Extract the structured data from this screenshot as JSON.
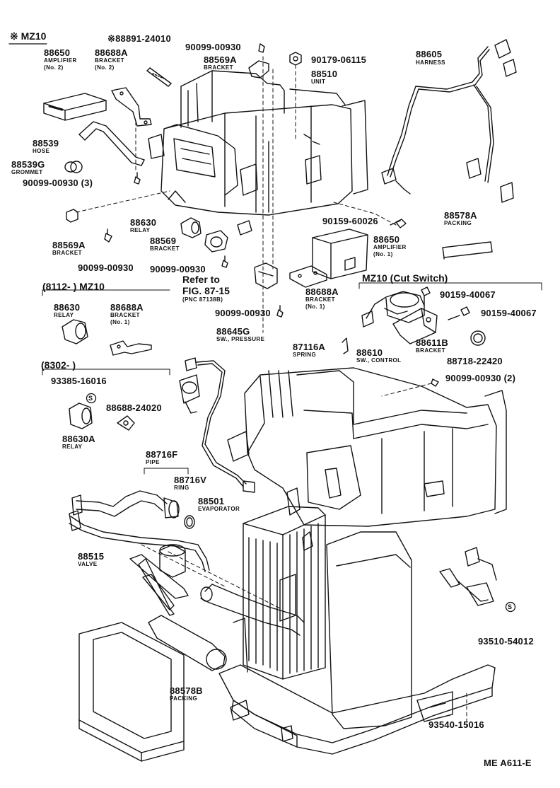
{
  "headers": {
    "mz10": "※ MZ10",
    "range_8112": "(8112-        ) MZ10",
    "range_8302": "(8302-        )",
    "mz10_cut_switch": "MZ10 (Cut Switch)"
  },
  "parts": [
    {
      "id": "p88891",
      "num": "※88891-24010",
      "sub": ""
    },
    {
      "id": "p88650_2",
      "num": "88650",
      "sub": "AMPLIFIER|(No. 2)"
    },
    {
      "id": "p88688A_2",
      "num": "88688A",
      "sub": "BRACKET|(No. 2)"
    },
    {
      "id": "p90099_top",
      "num": "90099-00930",
      "sub": ""
    },
    {
      "id": "p88569A_top",
      "num": "88569A",
      "sub": "BRACKET"
    },
    {
      "id": "p90179",
      "num": "90179-06115",
      "sub": ""
    },
    {
      "id": "p88510",
      "num": "88510",
      "sub": "UNIT"
    },
    {
      "id": "p88605",
      "num": "88605",
      "sub": "HARNESS"
    },
    {
      "id": "p88539",
      "num": "88539",
      "sub": "HOSE"
    },
    {
      "id": "p88539G",
      "num": "88539G",
      "sub": "GROMMET"
    },
    {
      "id": "p90099_3",
      "num": "90099-00930 (3)",
      "sub": ""
    },
    {
      "id": "p88569A_left",
      "num": "88569A",
      "sub": "BRACKET"
    },
    {
      "id": "p88630_relay",
      "num": "88630",
      "sub": "RELAY"
    },
    {
      "id": "p88569",
      "num": "88569",
      "sub": "BRACKET"
    },
    {
      "id": "p90099_left",
      "num": "90099-00930",
      "sub": ""
    },
    {
      "id": "p90099_mid",
      "num": "90099-00930",
      "sub": ""
    },
    {
      "id": "p90159_60026",
      "num": "90159-60026",
      "sub": ""
    },
    {
      "id": "p88578A",
      "num": "88578A",
      "sub": "PACKING"
    },
    {
      "id": "p88650_1",
      "num": "88650",
      "sub": "AMPLIFIER|(No. 1)"
    },
    {
      "id": "p88688A_1",
      "num": "88688A",
      "sub": "BRACKET|(No. 1)"
    },
    {
      "id": "p90099_lower",
      "num": "90099-00930",
      "sub": ""
    },
    {
      "id": "p90159_40067a",
      "num": "90159-40067",
      "sub": ""
    },
    {
      "id": "p90159_40067b",
      "num": "90159-40067",
      "sub": ""
    },
    {
      "id": "p88630_b",
      "num": "88630",
      "sub": "RELAY"
    },
    {
      "id": "p88688A_b",
      "num": "88688A",
      "sub": "BRACKET|(No. 1)"
    },
    {
      "id": "p88645G",
      "num": "88645G",
      "sub": "SW., PRESSURE"
    },
    {
      "id": "p87116A",
      "num": "87116A",
      "sub": "SPRING"
    },
    {
      "id": "p88610",
      "num": "88610",
      "sub": "SW., CONTROL"
    },
    {
      "id": "p88611B",
      "num": "88611B",
      "sub": "BRACKET"
    },
    {
      "id": "p88718",
      "num": "88718-22420",
      "sub": ""
    },
    {
      "id": "p90099_2",
      "num": "90099-00930 (2)",
      "sub": ""
    },
    {
      "id": "p93385",
      "num": "93385-16016",
      "sub": ""
    },
    {
      "id": "p88688_24020",
      "num": "88688-24020",
      "sub": ""
    },
    {
      "id": "p88630A",
      "num": "88630A",
      "sub": "RELAY"
    },
    {
      "id": "p88716F",
      "num": "88716F",
      "sub": "PIPE"
    },
    {
      "id": "p88716V",
      "num": "88716V",
      "sub": "RING"
    },
    {
      "id": "p88501",
      "num": "88501",
      "sub": "EVAPORATOR"
    },
    {
      "id": "p88515",
      "num": "88515",
      "sub": "VALVE"
    },
    {
      "id": "p88578B",
      "num": "88578B",
      "sub": "PACKING"
    },
    {
      "id": "p93510",
      "num": "93510-54012",
      "sub": ""
    },
    {
      "id": "p93540",
      "num": "93540-15016",
      "sub": ""
    }
  ],
  "refer": {
    "line1": "Refer to",
    "line2": "FIG. 87-15",
    "line3": "(PNC 87138B)"
  },
  "s_mark": "S",
  "footer": "ME A611-E"
}
